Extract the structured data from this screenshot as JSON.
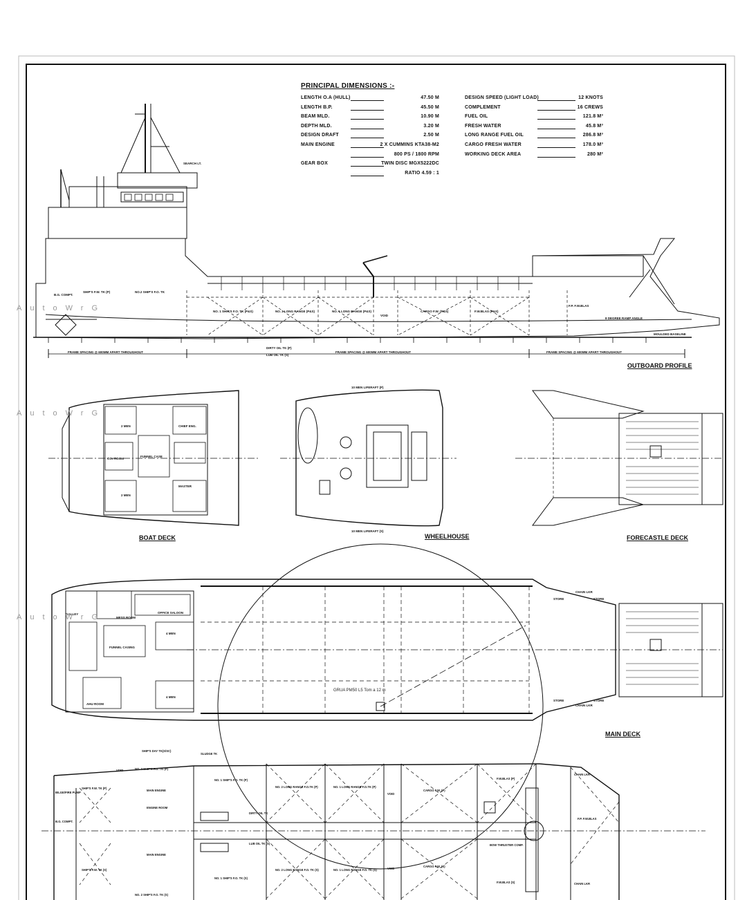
{
  "principal_dimensions": {
    "title": "PRINCIPAL DIMENSIONS :-",
    "left": [
      {
        "label": "LENGTH O.A (HULL)",
        "value": "47.50 M"
      },
      {
        "label": "LENGTH B.P.",
        "value": "45.50 M"
      },
      {
        "label": "BEAM MLD.",
        "value": "10.90 M"
      },
      {
        "label": "DEPTH MLD.",
        "value": "3.20 M"
      },
      {
        "label": "DESIGN DRAFT",
        "value": "2.50 M"
      },
      {
        "label": "MAIN ENGINE",
        "value": "2 X CUMMINS KTA38-M2"
      },
      {
        "label": "",
        "value": "800 PS / 1800 RPM"
      },
      {
        "label": "GEAR BOX",
        "value": "TWIN DISC MGX5222DC"
      },
      {
        "label": "",
        "value": "RATIO 4.59 : 1"
      }
    ],
    "right": [
      {
        "label": "DESIGN SPEED (LIGHT LOAD)",
        "value": "12 KNOTS"
      },
      {
        "label": "COMPLEMENT",
        "value": "16 CREWS"
      },
      {
        "label": "FUEL OIL",
        "value": "121.8 M³"
      },
      {
        "label": "FRESH WATER",
        "value": "45.8 M³"
      },
      {
        "label": "LONG RANGE FUEL OIL",
        "value": "286.8 M³"
      },
      {
        "label": "CARGO FRESH WATER",
        "value": "178.0 M³"
      },
      {
        "label": "WORKING DECK AREA",
        "value": "280 M²"
      }
    ]
  },
  "views": {
    "outboard_profile": "OUTBOARD PROFILE",
    "boat_deck": "BOAT DECK",
    "wheelhouse": "WHEELHOUSE",
    "forecastle_deck": "FORECASTLE DECK",
    "main_deck": "MAIN DECK"
  },
  "profile_labels": {
    "search_light": "SEARCH LT.",
    "bosun_store": "B.G. COMPT.",
    "ships_fw": "SHIP'S F.W. TK (P)",
    "no2_fo": "NO.2 SHIP'S F.O. TK",
    "no1_fo": "NO. 1 SHIP'S F.O. TK (P&S)",
    "long_range_2": "NO. 2 LONG RANGE (P&S)",
    "long_range_1": "NO. 1 LONG RANGE (P&S)",
    "void": "VOID",
    "cargo_fw": "CARGO F.W. (P&S)",
    "fw_ballast": "F.W.BLAS (P&S)",
    "fp_ballast": "F.P. F.W.BLAS",
    "dirty_oil": "DIRTY OIL TK (P)",
    "lub_oil": "LUB OIL TK (S)",
    "frame_spacing": "FRAME SPACING @ 600MM APART THROUGHOUT",
    "moulded_baseline": "MOULDED BASELINE",
    "ramp_angle": "8 DEGREE RAMP ANGLE"
  },
  "boat_deck_labels": {
    "men2a": "2 MEN",
    "men2b": "2 MEN",
    "chief_eng": "CHIEF ENG.",
    "funnel": "FUNNEL CASE",
    "co2": "CO₂ ROOM",
    "master": "MASTER"
  },
  "wheelhouse_labels": {
    "liferaft_top": "10 MEN LIFERAFT (P)",
    "liferaft_bottom": "10 MEN LIFERAFT (S)"
  },
  "main_deck_labels": {
    "galley": "GALLEY",
    "mess": "MESS ROOM",
    "office": "OFFICE SALOON",
    "men4a": "4 MEN",
    "men4b": "4 MEN",
    "funnel": "FUNNEL CASING",
    "ahu": "AHU ROOM",
    "crane": "GRUA PM50 L5 Tom a 12 m",
    "store_a": "STORE",
    "store_b": "STORE",
    "chain_locker": "CHAIN LKR",
    "chain_locker_b": "CHAIN LKR",
    "store_c": "STORE",
    "store_d": "STORE"
  },
  "tank_labels": {
    "ships_day": "SHIP'S DAY TK(S/SC)",
    "sludge": "SLUDGE TK",
    "void1": "VOID",
    "no2_fo_p": "NO. 2 SHIP'S F.O. TK (P)",
    "no1_fo_p": "NO. 1 SHIP'S F.O. TK (P)",
    "no2_lr_p": "NO. 2 LONG RANGE F.O.TK (P)",
    "no1_lr_p": "NO. 1 LONG RANGE F.O.TK (P)",
    "void2": "VOID",
    "cargo_fw_p": "CARGO F.W. (P)",
    "fwblas_p": "F.W.BLAS (P)",
    "chain_lkr": "CHAIN LKR",
    "bilge_pump": "BILGE/FIRE PUMP",
    "bg_compt": "B.G. COMPT.",
    "engine_room": "ENGINE ROOM",
    "main_engine_p": "MAIN ENGINE",
    "main_engine_s": "MAIN ENGINE",
    "ships_fw_p": "SHIP'S F.W. TK (P)",
    "ships_fw_s": "SHIP'S F.W. TK (S)",
    "dirty_oil": "DIRTY OIL TK",
    "lub_oil": "LUB OIL TK (S)",
    "bow_thruster": "BOW THRUSTER COMP.",
    "fp_fwblas": "F.P. F.W.BLAS",
    "no1_fo_s": "NO. 1 SHIP'S F.O. TK (S)",
    "no2_lr_s": "NO. 2 LONG RANGE F.O. TK (S)",
    "no1_lr_s": "NO. 1 LONG RANGE F.O. TK (S)",
    "void3": "VOID",
    "cargo_fw_s": "CARGO F.W. (S)",
    "fwblas_s": "F.W.BLAS (S)",
    "chain_lkr_s": "CHAIN LKR",
    "no2_fo_s": "NO. 2 SHIP'S F.O. TK (S)"
  },
  "watermark": "AutoWrG"
}
